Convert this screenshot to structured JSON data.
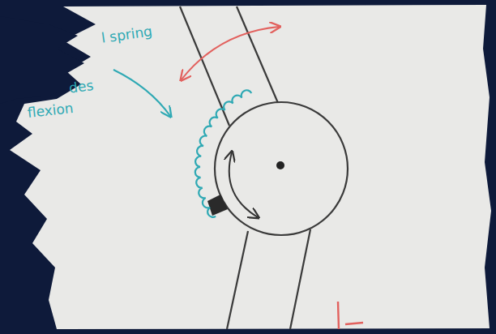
{
  "diagram": {
    "labels": [
      "l spring",
      "des",
      "flexion"
    ]
  }
}
